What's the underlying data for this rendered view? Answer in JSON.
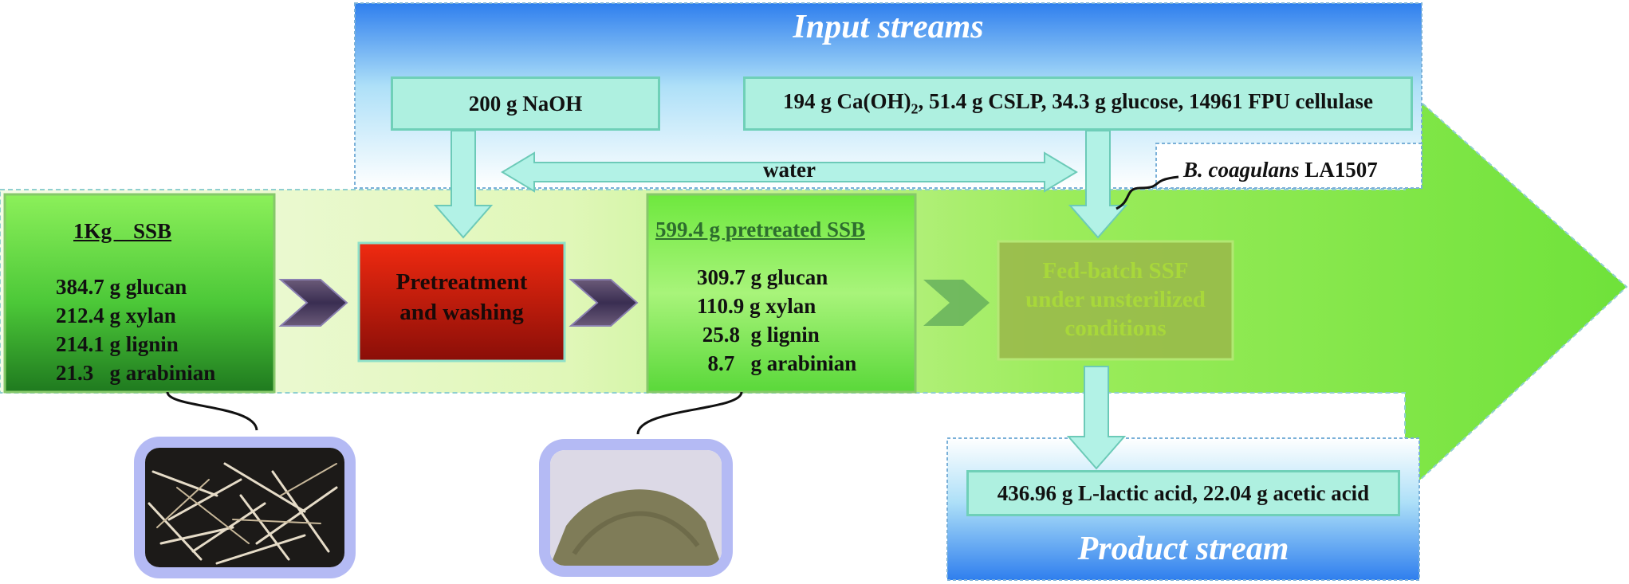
{
  "input_streams_title": "Input streams",
  "product_stream_title": "Product stream",
  "naoh_input": "200 g NaOH",
  "other_inputs": {
    "ca_prefix": "194 g Ca(OH)",
    "ca_sub": "2",
    "rest": ", 51.4 g CSLP, 34.3 g glucose, 14961 FPU cellulase"
  },
  "water_label": "water",
  "organism": {
    "name_italic": "B. coagulans",
    "strain": " LA1507"
  },
  "raw_material": {
    "title": "1Kg    SSB",
    "lines": [
      "384.7 g glucan",
      "212.4 g xylan",
      "214.1 g lignin",
      "21.3   g arabinian"
    ]
  },
  "pretreatment": {
    "line1": "Pretreatment",
    "line2": "and washing"
  },
  "pretreated": {
    "title": "599.4 g pretreated SSB",
    "lines": [
      "309.7 g glucan",
      "110.9 g xylan",
      " 25.8  g lignin",
      "  8.7   g arabinian"
    ]
  },
  "ssf": {
    "line1": "Fed-batch SSF",
    "line2": "under unsterilized",
    "line3": "conditions"
  },
  "products": "436.96 g L-lactic acid, 22.04 g acetic acid",
  "colors": {
    "input_box": "#aef0e0",
    "green_arrow": "#7ee64a",
    "pretreatment_red": "#d42010",
    "stream_blue": "#3c8cf0"
  }
}
